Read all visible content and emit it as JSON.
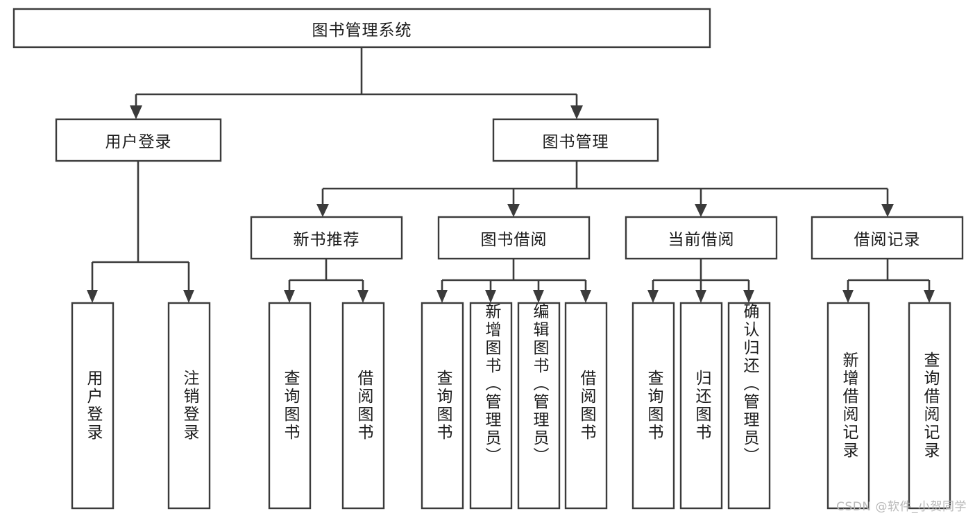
{
  "diagram": {
    "type": "tree-hierarchy-chart",
    "title_node": {
      "label": "图书管理系统"
    },
    "level2": [
      {
        "id": "user-login",
        "label": "用户登录"
      },
      {
        "id": "book-management",
        "label": "图书管理"
      }
    ],
    "level3": [
      {
        "id": "new-book-recommend",
        "label": "新书推荐",
        "parent": "book-management"
      },
      {
        "id": "book-borrow",
        "label": "图书借阅",
        "parent": "book-management"
      },
      {
        "id": "current-borrow",
        "label": "当前借阅",
        "parent": "book-management"
      },
      {
        "id": "borrow-record",
        "label": "借阅记录",
        "parent": "book-management"
      }
    ],
    "leaves": [
      {
        "id": "leaf-user-login",
        "label": "用户登录",
        "parent": "user-login"
      },
      {
        "id": "leaf-logout",
        "label": "注销登录",
        "parent": "user-login"
      },
      {
        "id": "leaf-query-book-1",
        "label": "查询图书",
        "parent": "new-book-recommend"
      },
      {
        "id": "leaf-borrow-book-1",
        "label": "借阅图书",
        "parent": "new-book-recommend"
      },
      {
        "id": "leaf-query-book-2",
        "label": "查询图书",
        "parent": "book-borrow"
      },
      {
        "id": "leaf-add-book",
        "label": "新增图书（管理员）",
        "parent": "book-borrow"
      },
      {
        "id": "leaf-edit-book",
        "label": "编辑图书（管理员）",
        "parent": "book-borrow"
      },
      {
        "id": "leaf-borrow-book-2",
        "label": "借阅图书",
        "parent": "book-borrow"
      },
      {
        "id": "leaf-query-book-3",
        "label": "查询图书",
        "parent": "current-borrow"
      },
      {
        "id": "leaf-return-book",
        "label": "归还图书",
        "parent": "current-borrow"
      },
      {
        "id": "leaf-confirm-return",
        "label": "确认归还（管理员）",
        "parent": "current-borrow"
      },
      {
        "id": "leaf-add-record",
        "label": "新增借阅记录",
        "parent": "borrow-record"
      },
      {
        "id": "leaf-query-record",
        "label": "查询借阅记录",
        "parent": "borrow-record"
      }
    ]
  },
  "watermark": {
    "text": "CSDN @软件_小贺同学"
  },
  "colors": {
    "stroke": "#3b3b3b",
    "box_fill": "#ffffff",
    "text": "#1c1c1c",
    "watermark": "#b8b8b8",
    "background": "#ffffff"
  }
}
